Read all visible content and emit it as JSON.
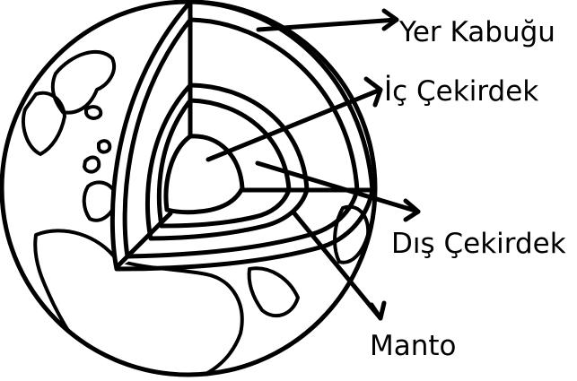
{
  "labels": {
    "crust": "Yer Kabuğu",
    "inner_core": "İç Çekirdek",
    "outer_core": "Dış Çekirdek",
    "mantle": "Manto"
  },
  "colors": {
    "stroke": "#000000",
    "background": "#ffffff"
  }
}
